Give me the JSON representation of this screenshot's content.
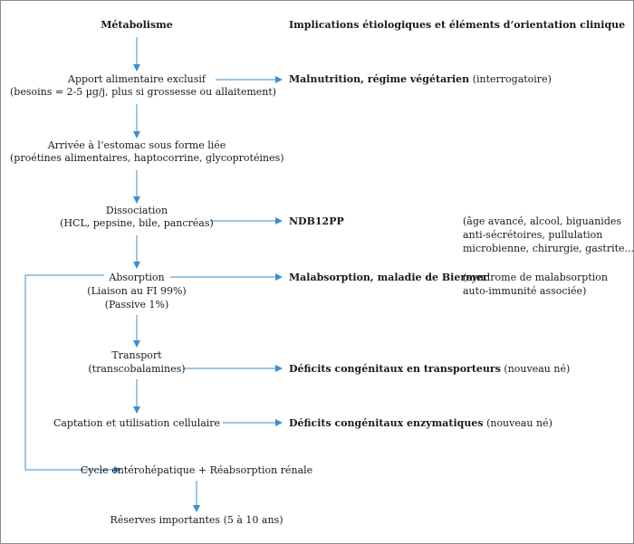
{
  "headers": {
    "left": "Métabolisme",
    "right": "Implications étiologiques et éléments d’orientation clinique"
  },
  "steps": {
    "apport_line1": "Apport alimentaire exclusif",
    "apport_line2": "(besoins = 2-5 µg/j, plus si grossesse ou allaitement)",
    "estomac_line1": "Arrivée à l’estomac sous forme liée",
    "estomac_line2": "(proétines alimentaires, haptocorrine, glycoprotéines)",
    "dissociation_line1": "Dissociation",
    "dissociation_line2": "(HCL, pepsine, bile, pancréas)",
    "absorption_line1": "Absorption",
    "absorption_line2": "(Liaison au FI 99%)",
    "absorption_line3": "(Passive 1%)",
    "transport_line1": "Transport",
    "transport_line2": "(transcobalamines)",
    "captation": "Captation et utilisation cellulaire",
    "cycle": "Cycle entérohépatique + Réabsorption rénale",
    "reserves": "Réserves importantes (5 à 10 ans)"
  },
  "implications": {
    "malnutrition_bold": "Malnutrition, régime végétarien",
    "malnutrition_note": "(interrogatoire)",
    "ndb_bold": "NDB12PP",
    "ndb_note_line1": "(âge avancé, alcool, biguanides",
    "ndb_note_line2": "anti-sécrétoires, pullulation",
    "ndb_note_line3": "microbienne, chirurgie, gastrite...)",
    "malabsorption_bold": "Malabsorption, maladie de Biermer",
    "malabsorption_note_line1": "(syndrome de malabsorption",
    "malabsorption_note_line2": "auto-immunité associée)",
    "transporteurs_bold": "Déficits congénitaux en transporteurs",
    "transporteurs_note": "(nouveau né)",
    "enzymatiques_bold": "Déficits congénitaux enzymatiques",
    "enzymatiques_note": "(nouveau né)"
  },
  "colors": {
    "arrow": "#3a8fd0",
    "text": "#1a1a1a",
    "border": "#8c8c8c"
  }
}
